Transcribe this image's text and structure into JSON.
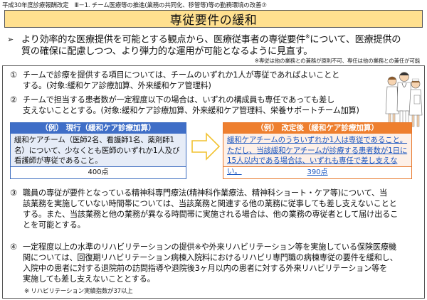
{
  "header": {
    "breadcrumb": "平成30年度診療報酬改定　Ⅲ－1. チーム医療等の推進(業務の共同化、移管等)等の勤務環境の改善⑦"
  },
  "title": "専従要件の緩和",
  "lead": {
    "bullet": "➢",
    "line1": "より効率的な医療提供を可能とする観点から、医療従事者の専従要件",
    "sup": "※",
    "line1b": "について、医療提供の",
    "line2": "質の確保に配慮しつつ、より弾力的な運用が可能となるように見直す。"
  },
  "footnote_top": "※専従は他の業務との兼務が原則不可、専任は他の業務との兼任が可能",
  "items": [
    {
      "num": "①",
      "line1": "チームで診療を提供する項目については、チームのいずれか1人が専従であればよいことと",
      "line2": "する。(対象:緩和ケア診療加算、外来緩和ケア管理料)"
    },
    {
      "num": "②",
      "line1": "チームで担当する患者数が一定程度以下の場合は、いずれの構成員も専任であっても差し",
      "line2": "支えないこととする。(対象:緩和ケア診療加算、外来緩和ケア管理料、栄養サポートチーム加算)"
    },
    {
      "num": "③",
      "line1": "職員の専従が要件となっている精神科専門療法(精神科作業療法、精神科ショート・ケア等)について、当",
      "line2": "該業務を実施していない時間帯については、当該業務と関連する他の業務に従事しても差し支えないことと",
      "line3": "する。また、当該業務と他の業務が異なる時間帯に実施される場合は、他の業務の専従者として届け出るこ",
      "line4": "とを可能とする。"
    },
    {
      "num": "④",
      "line1": "一定程度以上の水準のリハビリテーションの提供※や外来リハビリテーション等を実施している保険医療機",
      "line2": "関については、回復期リハビリテーション病棟入院料におけるリハビリ専門職の病棟専従の要件を緩和し、",
      "line3": "入院中の患者に対する退院前の訪問指導や退院後3ヶ月以内の患者に対する外来リハビリテーション等を",
      "line4": "実施しても差し支えないこととする。"
    }
  ],
  "examples": {
    "current": {
      "header": "（例）  現行（緩和ケア診療加算）",
      "body": "緩和ケアチーム（医師2名、看護師1名、薬剤師1名）について、少なくとも医師のいずれか1人及び看護師が専従であること。",
      "points": "400点",
      "color": "#3f6ec7"
    },
    "revised": {
      "header": "（例）  改定後（緩和ケア診療加算）",
      "body": "緩和ケアチームのうちいずれか1人は専従であること。ただし、当該緩和ケアチームが診療する患者数が1日に15人以内である場合は、いずれも専任で差し支えない。",
      "points": "390点",
      "color": "#ee7f2f"
    }
  },
  "note_bottom": "※  リハビリテーション実績指数が37以上",
  "colors": {
    "title_bg": "#ffe08f",
    "blue": "#3f6ec7",
    "orange": "#ee7f2f",
    "link_blue": "#1a56c0",
    "arrow_yellow": "#f2c230"
  },
  "icons": {
    "illustration": "medical-staff-illustration",
    "arrow": "right-arrow-icon"
  }
}
